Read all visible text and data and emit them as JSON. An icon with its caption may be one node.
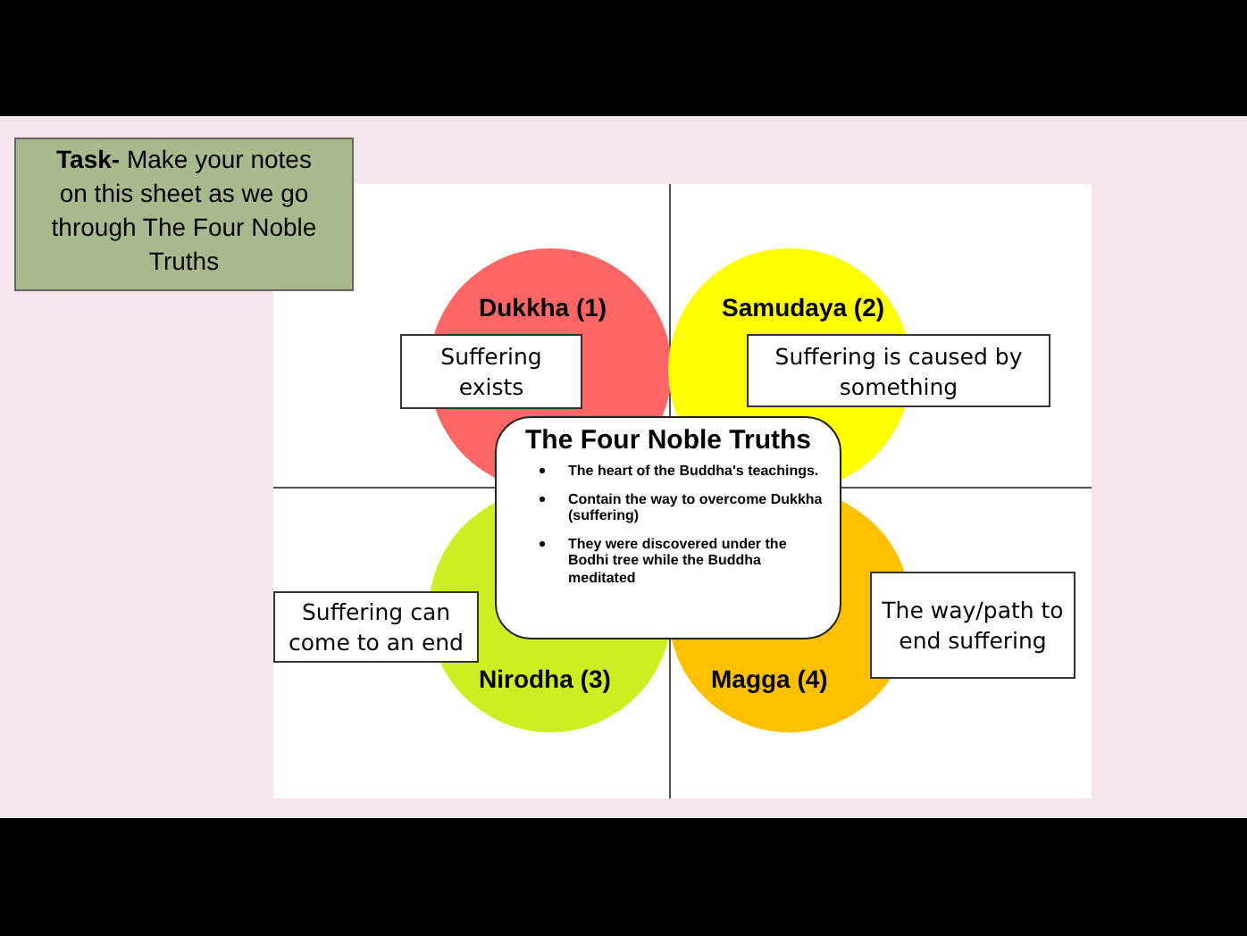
{
  "diagram": {
    "nodes": [
      {
        "text": [
          "**Task-** Make your notes on this sheet as we go through The Four Noble Truths"
        ]
      },
      {
        "text": [
          "Dukkha (1)"
        ]
      },
      {
        "text": [
          "Samudaya (2)"
        ]
      },
      {
        "text": [
          "Nirodha (3)"
        ]
      },
      {
        "text": [
          "Magga (4)"
        ]
      },
      {
        "text": [
          "Suffering exists"
        ]
      },
      {
        "text": [
          "Suffering is caused by something"
        ]
      },
      {
        "text": [
          "Suffering can come to an end"
        ]
      },
      {
        "text": [
          "The way/path to end suffering"
        ]
      },
      {
        "text": [
          "The Four Noble Truths",
          "The heart of the Buddha's teachings.",
          "Contain the way to overcome Dukkha (suffering)",
          "They were discovered under the Bodhi tree while the Buddha meditated"
        ]
      }
    ],
    "edges": []
  }
}
